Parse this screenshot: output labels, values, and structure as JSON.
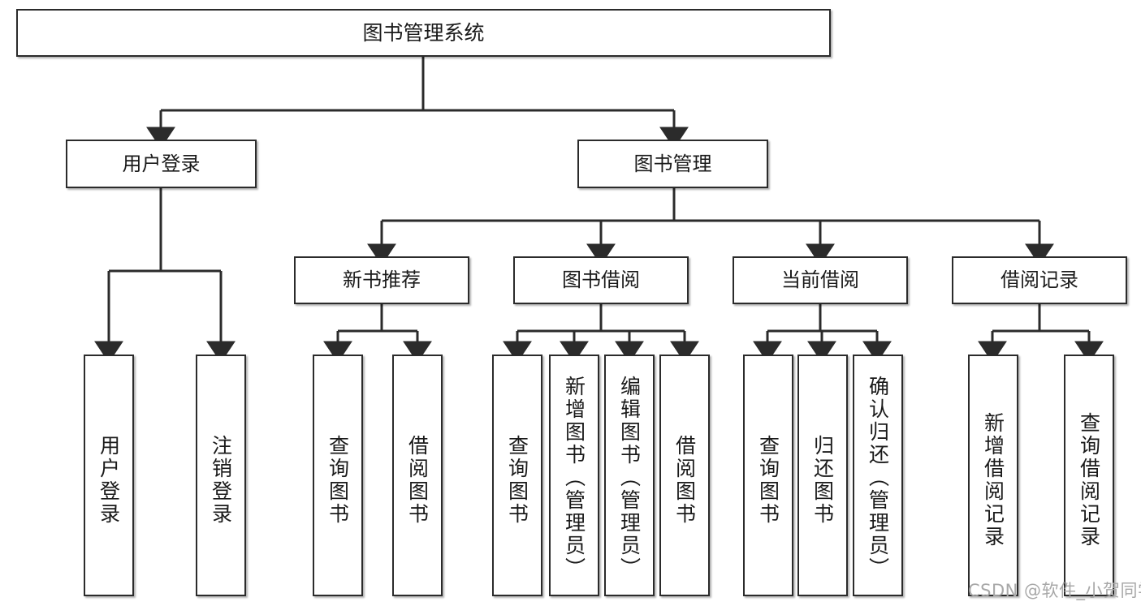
{
  "diagram": {
    "title": "图书管理系统",
    "type": "tree-hierarchy",
    "root": {
      "label": "图书管理系统"
    },
    "level1": [
      {
        "label": "用户登录"
      },
      {
        "label": "图书管理"
      }
    ],
    "level2": [
      {
        "label": "新书推荐"
      },
      {
        "label": "图书借阅"
      },
      {
        "label": "当前借阅"
      },
      {
        "label": "借阅记录"
      }
    ],
    "leaves": {
      "user_login": [
        {
          "label": "用户登录"
        },
        {
          "label": "注销登录"
        }
      ],
      "new_book_recommend": [
        {
          "label": "查询图书"
        },
        {
          "label": "借阅图书"
        }
      ],
      "book_borrow": [
        {
          "label": "查询图书"
        },
        {
          "label": "新增图书（管理员）"
        },
        {
          "label": "编辑图书（管理员）"
        },
        {
          "label": "借阅图书"
        }
      ],
      "current_borrow": [
        {
          "label": "查询图书"
        },
        {
          "label": "归还图书"
        },
        {
          "label": "确认归还（管理员）"
        }
      ],
      "borrow_record": [
        {
          "label": "新增借阅记录"
        },
        {
          "label": "查询借阅记录"
        }
      ]
    }
  },
  "watermark": {
    "text": "CSDN @软件_小贺同学"
  },
  "colors": {
    "stroke": "#2b2b2b",
    "fill": "#ffffff",
    "text": "#1a1a1a",
    "watermark": "#a8a8a8"
  }
}
